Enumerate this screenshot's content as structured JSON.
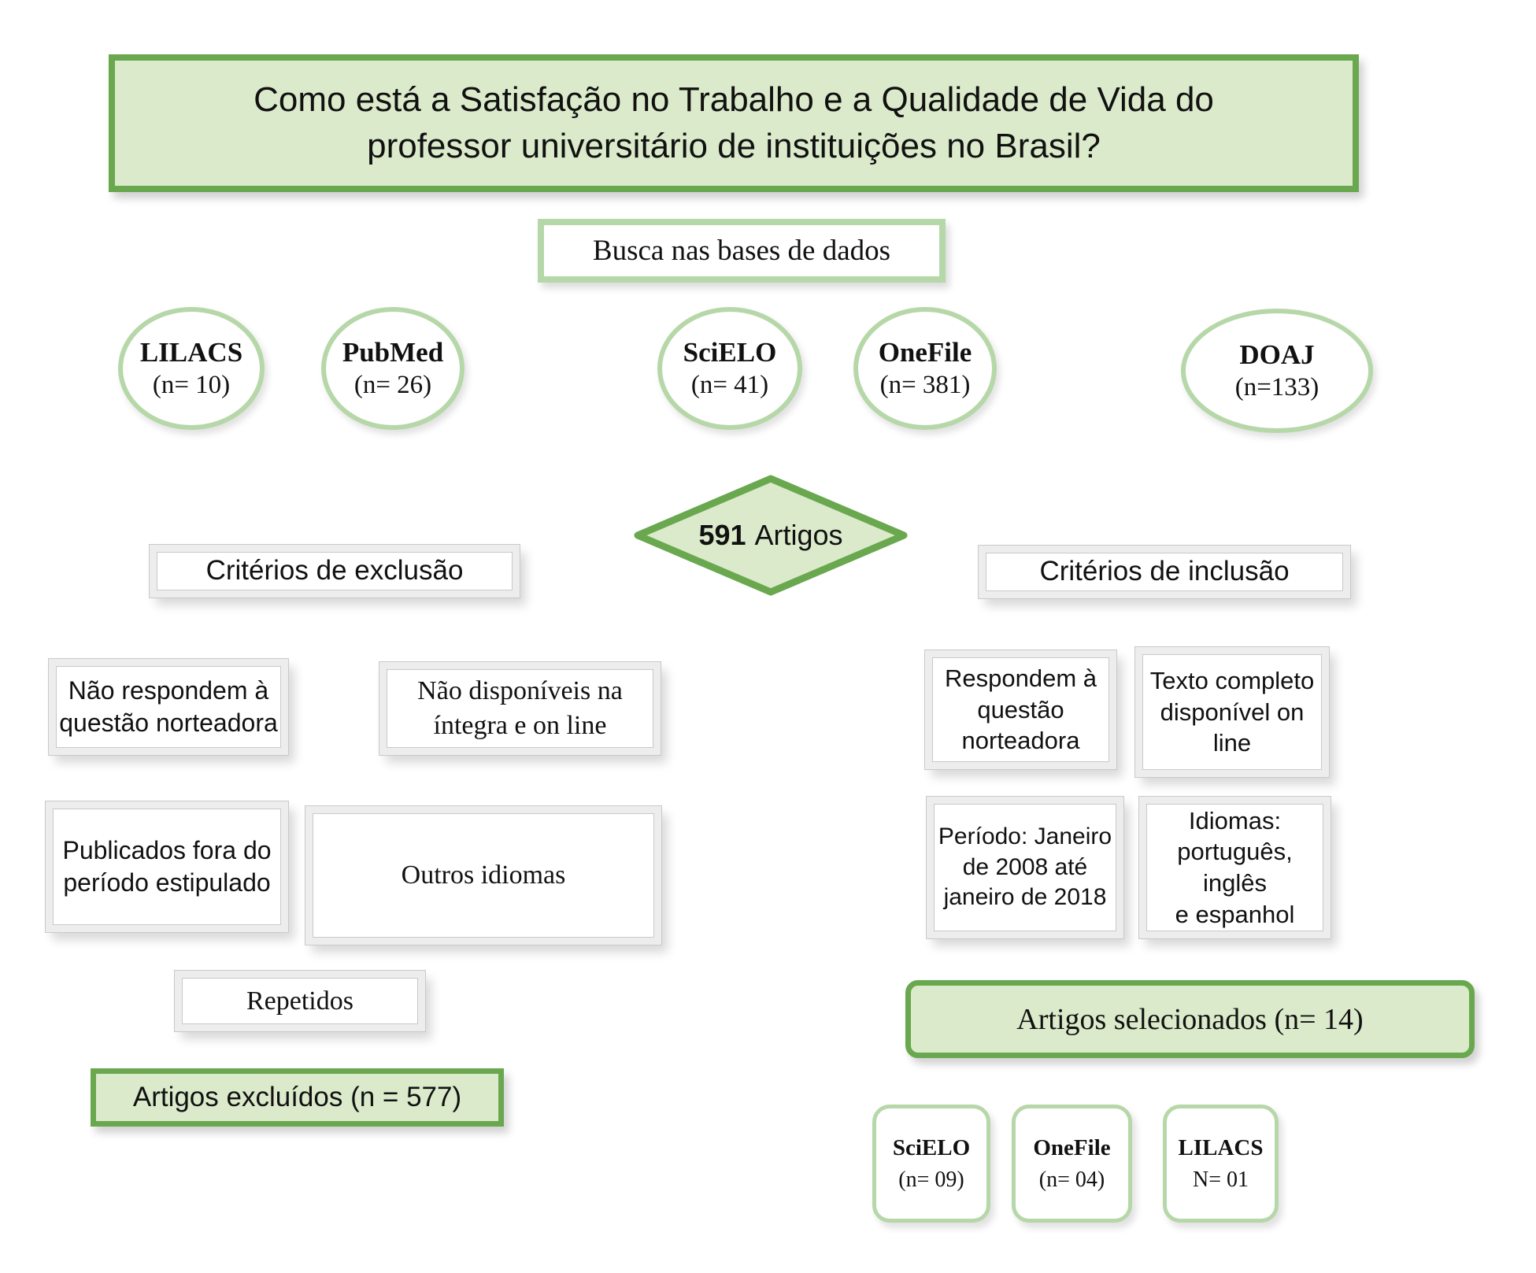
{
  "title": "Como está a Satisfação no Trabalho e a Qualidade de Vida do\nprofessor universitário de instituições no Brasil?",
  "search_header": "Busca nas bases de dados",
  "databases": [
    {
      "name": "LILACS",
      "count": "(n= 10)"
    },
    {
      "name": "PubMed",
      "count": "(n= 26)"
    },
    {
      "name": "SciELO",
      "count": "(n= 41)"
    },
    {
      "name": "OneFile",
      "count": "(n= 381)"
    },
    {
      "name": "DOAJ",
      "count": "(n=133)"
    }
  ],
  "total": {
    "number": "591",
    "label": "Artigos"
  },
  "exclusion": {
    "header": "Critérios de exclusão",
    "items": [
      "Não respondem à\nquestão norteadora",
      "Não disponíveis na\níntegra e on line",
      "Publicados fora do\nperíodo estipulado",
      "Outros idiomas",
      "Repetidos"
    ],
    "result": "Artigos excluídos (n = 577)"
  },
  "inclusion": {
    "header": "Critérios de inclusão",
    "items": [
      "Respondem à\nquestão\nnorteadora",
      "Texto completo\ndisponível on line",
      "Período: Janeiro\nde 2008 até\njaneiro de 2018",
      "Idiomas:\nportuguês, inglês\ne espanhol"
    ],
    "result": "Artigos selecionados (n= 14)"
  },
  "selected_sources": [
    {
      "name": "SciELO",
      "count": "(n= 09)"
    },
    {
      "name": "OneFile",
      "count": "(n= 04)"
    },
    {
      "name": "LILACS",
      "count": "N= 01"
    }
  ],
  "colors": {
    "accent_green": "#6aa84f",
    "pale_green": "#b6d7a8",
    "fill_green": "#dbeaca"
  }
}
